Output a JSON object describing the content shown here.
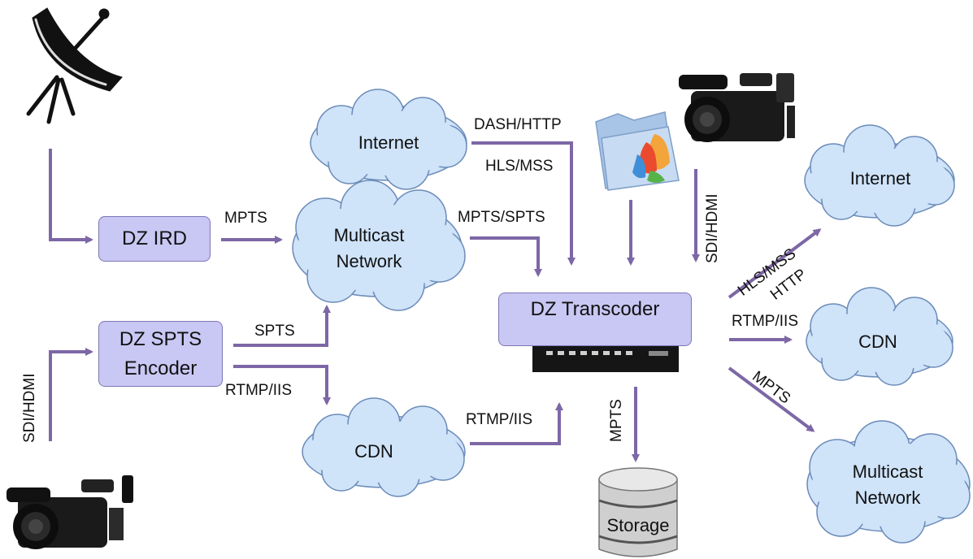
{
  "nodes": {
    "ird": "DZ IRD",
    "spts_encoder_line1": "DZ SPTS",
    "spts_encoder_line2": "Encoder",
    "transcoder": "DZ Transcoder",
    "storage": "Storage"
  },
  "clouds": {
    "internet_left": "Internet",
    "multicast_left_line1": "Multicast",
    "multicast_left_line2": "Network",
    "cdn_bottom": "CDN",
    "internet_right": "Internet",
    "cdn_right": "CDN",
    "multicast_right_line1": "Multicast",
    "multicast_right_line2": "Network"
  },
  "labels": {
    "mpts_ird": "MPTS",
    "spts": "SPTS",
    "rtmp_iis_encoder": "RTMP/IIS",
    "sdi_hdmi_left": "SDI/HDMI",
    "dash_http": "DASH/HTTP",
    "hls_mss_top": "HLS/MSS",
    "mpts_spts": "MPTS/SPTS",
    "sdi_hdmi_right": "SDI/HDMI",
    "rtmp_iis_cdn": "RTMP/IIS",
    "mpts_storage": "MPTS",
    "hls_mss_out": "HLS/MSS",
    "http_out": "HTTP",
    "rtmp_iis_out": "RTMP/IIS",
    "mpts_out": "MPTS"
  },
  "icons": [
    "satellite-dish-icon",
    "video-camera-icon",
    "folder-icon",
    "hardware-transcoder-icon",
    "database-storage-icon"
  ],
  "colors": {
    "arrow": "#7d67a6",
    "box_fill": "#c9c7f3",
    "cloud_fill": "#cfe3f9",
    "cloud_stroke": "#6b8bb8"
  }
}
